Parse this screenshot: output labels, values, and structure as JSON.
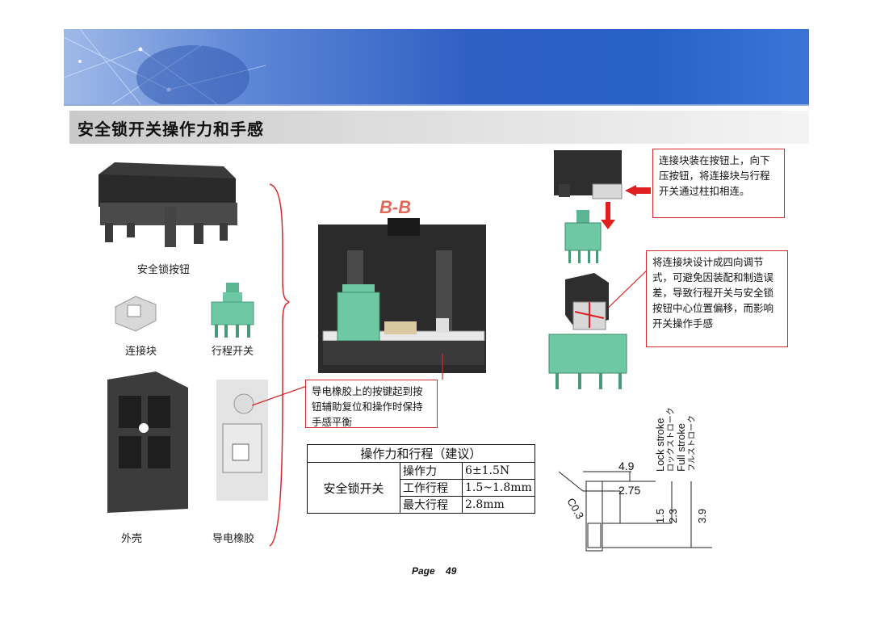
{
  "slide": {
    "title": "安全锁开关操作力和手感",
    "section_label": "B-B",
    "page_label": "Page",
    "page_number": "49"
  },
  "parts": {
    "button": "安全锁按钮",
    "connector": "连接块",
    "travel_switch": "行程开关",
    "housing": "外壳",
    "rubber": "导电橡胶"
  },
  "notes": {
    "rubber_note": "导电橡胶上的按键起到按钮辅助复位和操作时保持手感平衡",
    "connect_note": "连接块装在按钮上，向下压按钮，将连接块与行程开关通过柱扣相连。",
    "design_note": "将连接块设计成四向调节式，可避免因装配和制造误差，导致行程开关与安全锁按钮中心位置偏移，而影响开关操作手感"
  },
  "spec_table": {
    "header": "操作力和行程（建议）",
    "row_label": "安全锁开关",
    "rows": [
      {
        "name": "操作力",
        "value": "6±1.5N"
      },
      {
        "name": "工作行程",
        "value": "1.5~1.8mm"
      },
      {
        "name": "最大行程",
        "value": "2.8mm"
      }
    ]
  },
  "drawing": {
    "dim_a": "4.9",
    "dim_b": "2.75",
    "dim_c": "1.5",
    "dim_d": "2.3",
    "dim_e": "3.9",
    "chamfer": "C0.3",
    "lock_stroke": "Lock stroke",
    "lock_stroke_jp": "ロックストローク",
    "full_stroke": "Full stroke",
    "full_stroke_jp": "フルストローク"
  },
  "colors": {
    "accent_red": "#d62a2a",
    "switch_green": "#6fc8a4",
    "banner_blue": "#2e5fc3"
  }
}
